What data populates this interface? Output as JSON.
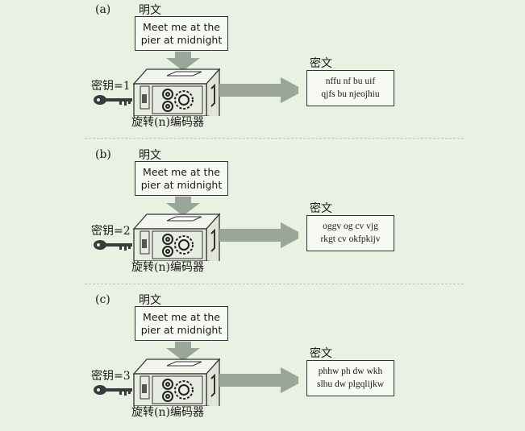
{
  "panels": [
    {
      "label": "(a)",
      "plaintext_title": "明文",
      "plaintext": [
        "Meet me at the",
        "pier at midnight"
      ],
      "key_label": "密钥=1",
      "encoder_label": "旋转(n)编码器",
      "ciphertext_title": "密文",
      "ciphertext": [
        "nffu nf bu uif",
        "qjfs bu njeojhiu"
      ]
    },
    {
      "label": "(b)",
      "plaintext_title": "明文",
      "plaintext": [
        "Meet me at the",
        "pier at midnight"
      ],
      "key_label": "密钥=2",
      "encoder_label": "旋转(n)编码器",
      "ciphertext_title": "密文",
      "ciphertext": [
        "oggv og cv vjg",
        "rkgt cv okfpkijv"
      ]
    },
    {
      "label": "(c)",
      "plaintext_title": "明文",
      "plaintext": [
        "Meet me at the",
        "pier at midnight"
      ],
      "key_label": "密钥=3",
      "encoder_label": "旋转(n)编码器",
      "ciphertext_title": "密文",
      "ciphertext": [
        "phhw ph dw wkh",
        "slhu dw plgqlijkw"
      ]
    }
  ],
  "colors": {
    "background": "#e9f1e2",
    "arrow": "#9aa69a",
    "machine_face": "#e7ede0",
    "key": "#3a3a3a"
  }
}
